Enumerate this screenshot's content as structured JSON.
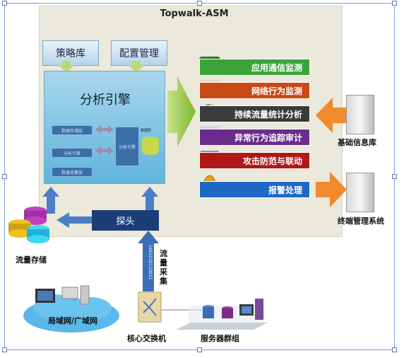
{
  "title": "Topwalk-ASM",
  "strategy_lib": "策略库",
  "config_mgmt": "配置管理",
  "engine": {
    "title": "分析引擎",
    "mini_labels": [
      "数据存储层",
      "分析引擎",
      "数据采集层",
      "分析引擎",
      "数据层"
    ]
  },
  "monitors": [
    {
      "label": "应用通信监测",
      "color": "#3aa43a",
      "icon": "waveform-icon"
    },
    {
      "label": "网络行为监测",
      "color": "#c84a14",
      "icon": "person-icon"
    },
    {
      "label": "持续流量统计分析",
      "color": "#3b3b3b",
      "icon": "pie-chart-icon"
    },
    {
      "label": "异常行为追踪审计",
      "color": "#6a2c8c",
      "icon": "users-icon"
    },
    {
      "label": "攻击防范与联动",
      "color": "#b01818",
      "icon": "network-icon"
    },
    {
      "label": "报警处理",
      "color": "#1e68c8",
      "icon": "bell-icon"
    }
  ],
  "base_info_db": "基础信息库",
  "terminal_mgmt": "终端管理系统",
  "probe": "探头",
  "flow_storage": "流量存储",
  "flow_collect": "流量采集",
  "core_switch": "核心交换机",
  "lan_wan": "局域网/广域网",
  "server_group": "服务器群组",
  "binary_text": "1001010110011"
}
